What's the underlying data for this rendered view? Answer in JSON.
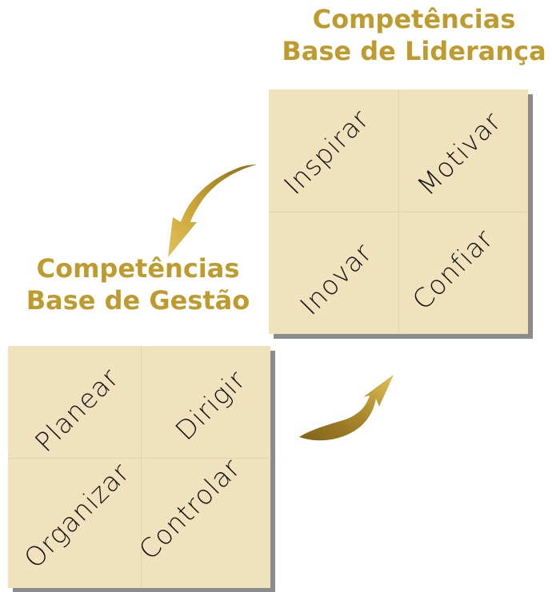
{
  "leadership": {
    "heading_line1": "Competências",
    "heading_line2": "Base de Liderança",
    "cells": [
      "Inspirar",
      "Motivar",
      "Inovar",
      "Confiar"
    ]
  },
  "management": {
    "heading_line1": "Competências",
    "heading_line2": "Base de Gestão",
    "cells": [
      "Planear",
      "Dirigir",
      "Organizar",
      "Controlar"
    ]
  },
  "colors": {
    "heading": "#bf9b2e",
    "cell_fill": "#efe2bd",
    "shadow": "#8c8c8c",
    "arrow_light": "#d8b545",
    "arrow_dark": "#8a6c1c"
  },
  "icons": {
    "arrow_to_management": "curved-arrow-down-left",
    "arrow_to_leadership": "curved-arrow-up-right"
  }
}
